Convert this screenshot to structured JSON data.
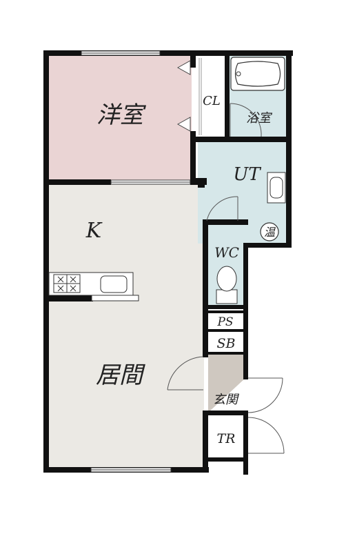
{
  "rooms": {
    "western_room": "洋室",
    "closet": "CL",
    "bathroom": "浴室",
    "utility": "UT",
    "water_heater": "温",
    "kitchen": "K",
    "toilet": "WC",
    "pipe_space": "PS",
    "shoe_box": "SB",
    "living_room": "居間",
    "entrance": "玄関",
    "trunk_room": "TR"
  },
  "colors": {
    "western_room": "#ead4d4",
    "utility": "#d6e7e9",
    "living_kitchen": "#ebe9e4",
    "entrance": "#cfc8c0",
    "wall": "#111111"
  }
}
